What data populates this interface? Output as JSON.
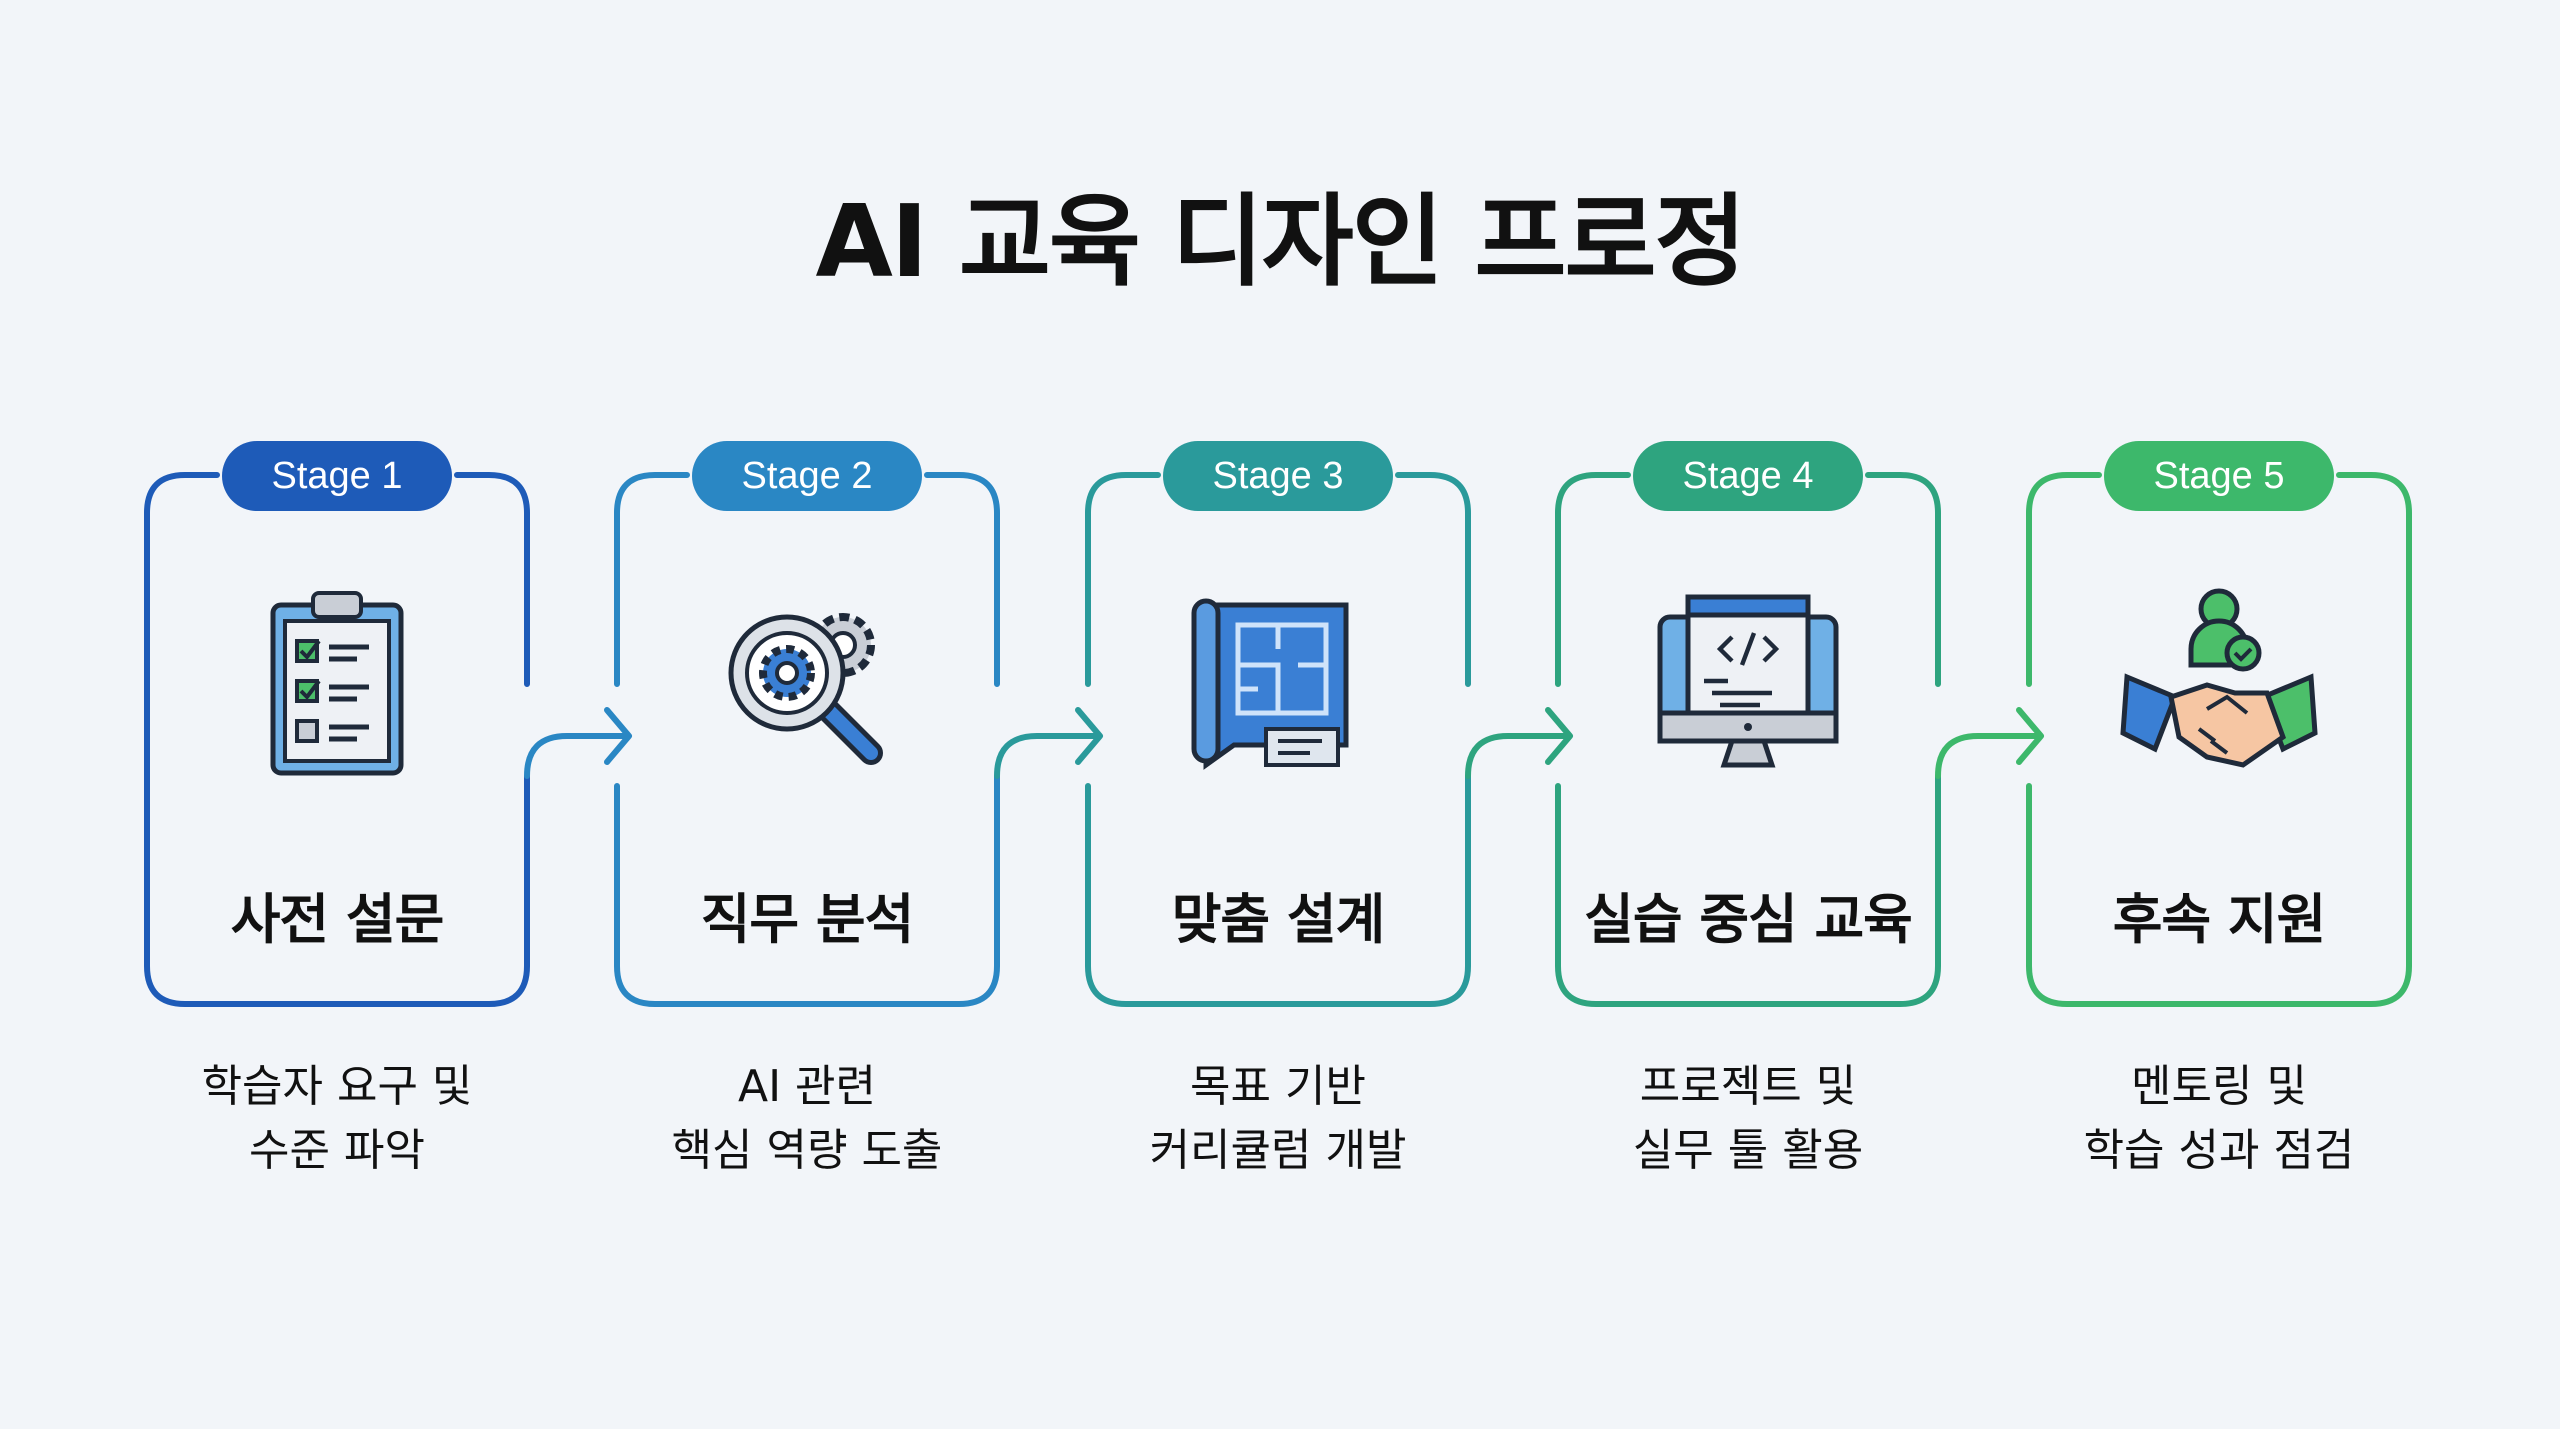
{
  "title": "AI 교육 디자인 프로정",
  "stages": [
    {
      "badge": "Stage 1",
      "icon": "clipboard-checklist-icon",
      "label": "사전 설문",
      "desc": [
        "학습자 요구 및",
        "수준 파악"
      ],
      "color": "#1e5bb8"
    },
    {
      "badge": "Stage 2",
      "icon": "magnifier-gear-icon",
      "label": "직무 분석",
      "desc": [
        "AI 관련",
        "핵심 역량 도출"
      ],
      "color": "#2a87c4"
    },
    {
      "badge": "Stage 3",
      "icon": "blueprint-icon",
      "label": "맞춤 설계",
      "desc": [
        "목표 기반",
        "커리큘럼 개발"
      ],
      "color": "#2a9a9b"
    },
    {
      "badge": "Stage 4",
      "icon": "monitor-code-icon",
      "label": "실습 중심 교육",
      "desc": [
        "프로젝트 및",
        "실무 툴 활용"
      ],
      "color": "#2ea47f"
    },
    {
      "badge": "Stage 5",
      "icon": "handshake-mentor-icon",
      "label": "후속 지원",
      "desc": [
        "멘토링 및",
        "학습 성과 점검"
      ],
      "color": "#3db86b"
    }
  ]
}
